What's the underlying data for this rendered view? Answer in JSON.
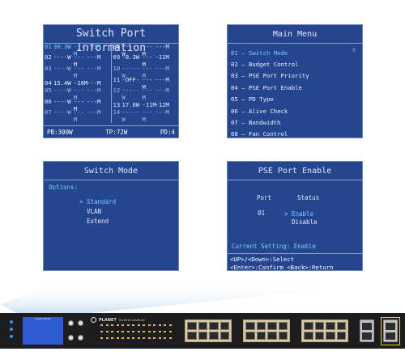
{
  "switch_port_info": {
    "title": "Switch Port Information",
    "rows": [
      {
        "left": {
          "num": "01",
          "power": "30.3W",
          "current": "---M",
          "max": "-33M"
        },
        "right": {
          "num": "08",
          "power": "-----W",
          "current": "---M",
          "max": "---M"
        }
      },
      {
        "left": {
          "num": "02",
          "power": "----W",
          "current": "---M",
          "max": "---M"
        },
        "right": {
          "num": "09",
          "power": "-8.3W",
          "current": "---M",
          "max": "-11M"
        }
      },
      {
        "left": {
          "num": "03",
          "power": "----W",
          "current": "---M",
          "max": "---M"
        },
        "right": {
          "num": "10",
          "power": "-----W",
          "current": "---M",
          "max": "---M"
        }
      },
      {
        "left": {
          "num": "04",
          "power": "15.4W",
          "current": "-10M",
          "max": "---M"
        },
        "right": {
          "num": "11",
          "power": "-OFF-",
          "current": "---M",
          "max": "---M"
        }
      },
      {
        "left": {
          "num": "05",
          "power": "----W",
          "current": "---M",
          "max": "---M"
        },
        "right": {
          "num": "12",
          "power": "-----W",
          "current": "---M",
          "max": "---M"
        }
      },
      {
        "left": {
          "num": "06",
          "power": "----W",
          "current": "---M",
          "max": "---M"
        },
        "right": {
          "num": "13",
          "power": "17.6W",
          "current": "-11M",
          "max": "-12M"
        }
      },
      {
        "left": {
          "num": "07",
          "power": "----W",
          "current": "---M",
          "max": "---M"
        },
        "right": {
          "num": "14",
          "power": "-----W",
          "current": "---M",
          "max": "---M"
        }
      }
    ],
    "footer": {
      "pb": "PB:300W",
      "tp": "TP:72W",
      "pd": "PD:4"
    }
  },
  "main_menu": {
    "title": "Main Menu",
    "items": [
      {
        "num": "01 –",
        "label": "Switch Mode"
      },
      {
        "num": "02 –",
        "label": "Budget Control"
      },
      {
        "num": "03 –",
        "label": "PSE Port Priority"
      },
      {
        "num": "04 –",
        "label": "PSE Port Enable"
      },
      {
        "num": "05 –",
        "label": "PD Type"
      },
      {
        "num": "06 –",
        "label": "Alive Check"
      },
      {
        "num": "07 –",
        "label": "Bandwidth"
      },
      {
        "num": "08 –",
        "label": "Fan Control"
      }
    ],
    "scroll_marker": "≡"
  },
  "switch_mode": {
    "title": "Switch Mode",
    "options_label": "Options:",
    "marker": ">",
    "options": [
      "Standard",
      "VLAN",
      "Extend"
    ],
    "selected": "Standard"
  },
  "pse_port_enable": {
    "title": "PSE Port Enable",
    "port_header": "Port",
    "status_header": "Status",
    "port": "01",
    "marker": ">",
    "options": [
      "Enable",
      "Disable"
    ],
    "current_setting": "Current Setting: Enable",
    "help_line1": "<UP>/<Down>:Select",
    "help_line2": "<Enter>:Confirm <Back>:Return"
  },
  "device": {
    "brand": "PLANET",
    "model": "GS-5220-24UPL4X",
    "lcd_title": "Switch Mode",
    "colors": {
      "body": "#1d1d1f",
      "lcd": "#2f5bd3",
      "rj45": "#d9c9a4",
      "highlight": "#e7d21a"
    }
  }
}
